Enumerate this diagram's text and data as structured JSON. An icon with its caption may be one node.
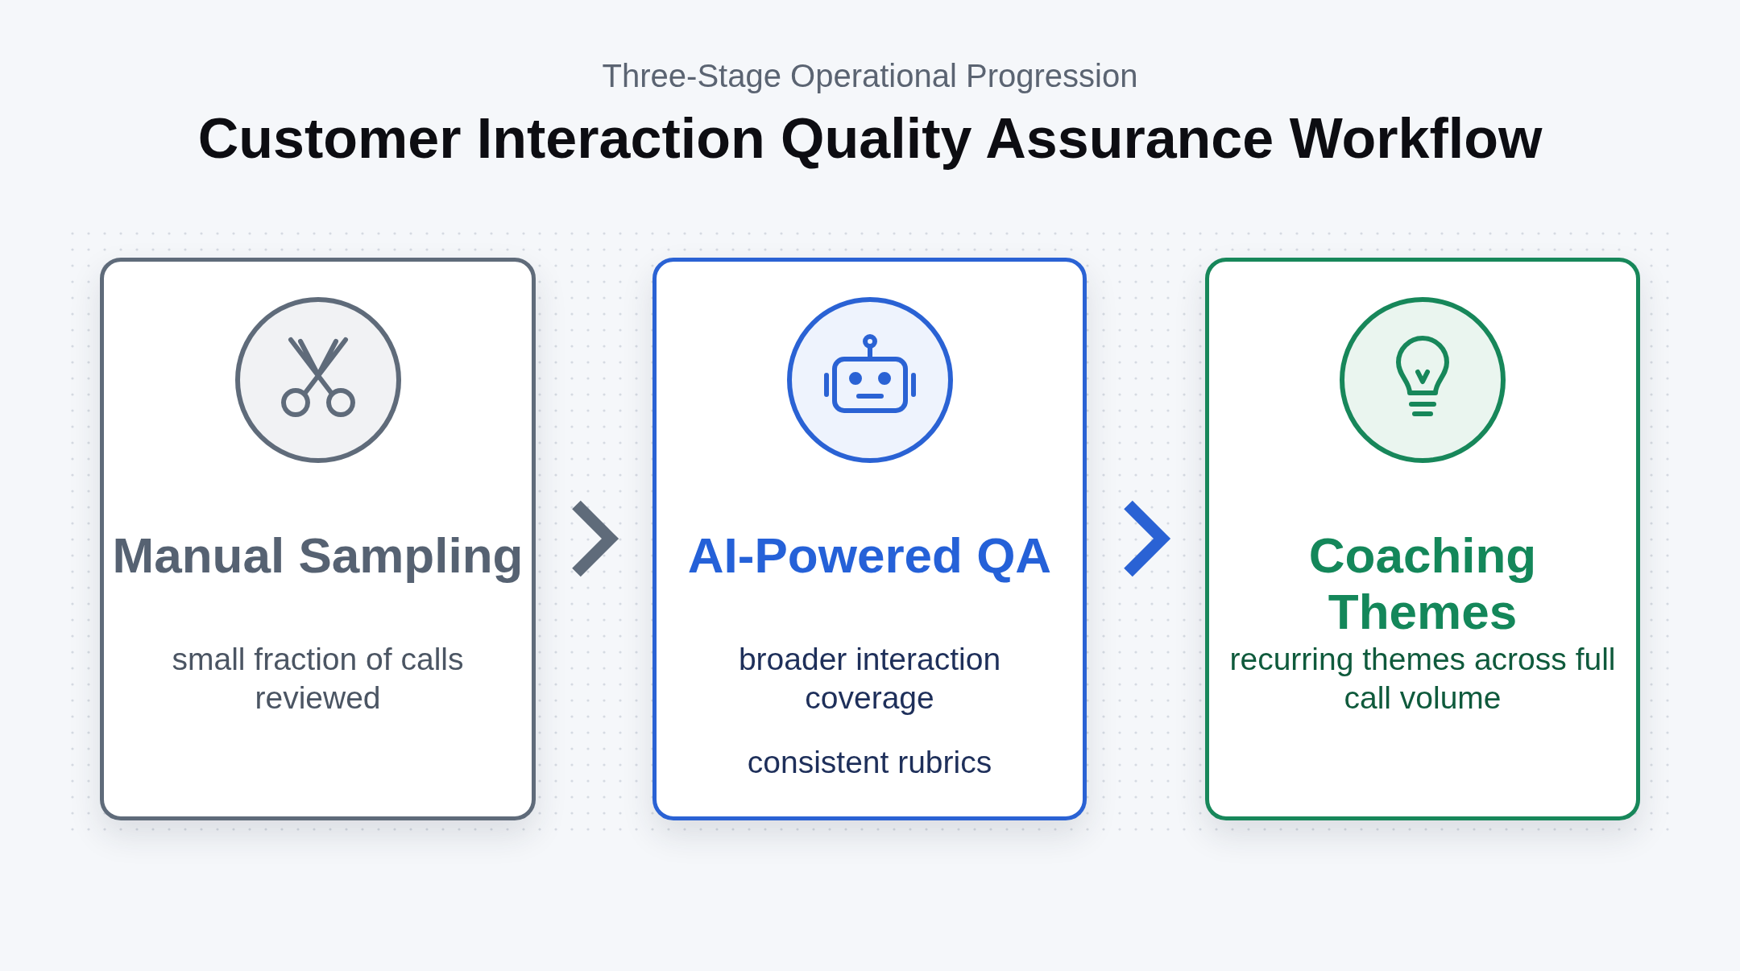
{
  "diagram": {
    "title": "Customer Interaction Quality Assurance Workflow",
    "caption": "Three-Stage Operational Progression",
    "nodes": [
      {
        "text": [
          "Manual Sampling",
          "small fraction of calls reviewed"
        ]
      },
      {
        "text": [
          "AI-Powered QA",
          "broader interaction coverage",
          "consistent rubrics"
        ]
      },
      {
        "text": [
          "Coaching Themes",
          "recurring themes across full call volume"
        ]
      }
    ],
    "edges": [
      {
        "from": 0,
        "to": 1,
        "arrow": "to",
        "color": "#5f6b7a"
      },
      {
        "from": 1,
        "to": 2,
        "arrow": "to",
        "color": "#2a62d4"
      }
    ]
  }
}
